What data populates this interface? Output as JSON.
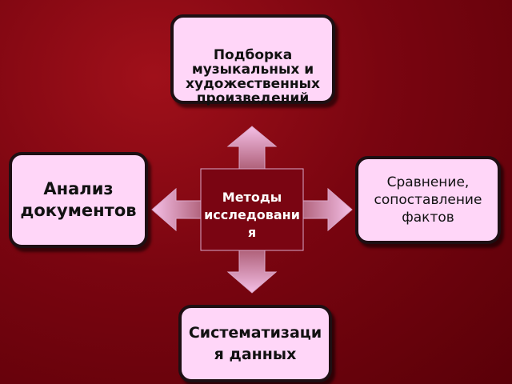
{
  "diagram": {
    "center": "Методы исследования",
    "top": "Подборка музыкальных и художественных произведений",
    "left": "Анализ документов",
    "right": "Сравнение, сопоставление фактов",
    "bottom": "Систематизация данных"
  },
  "colors": {
    "background": "#7a0510",
    "box_fill": "#ffd6f8",
    "box_border": "#1e0f13",
    "arrow_dark": "#6e0712",
    "arrow_light": "#f4bfe6",
    "center_text": "#ffffff"
  }
}
